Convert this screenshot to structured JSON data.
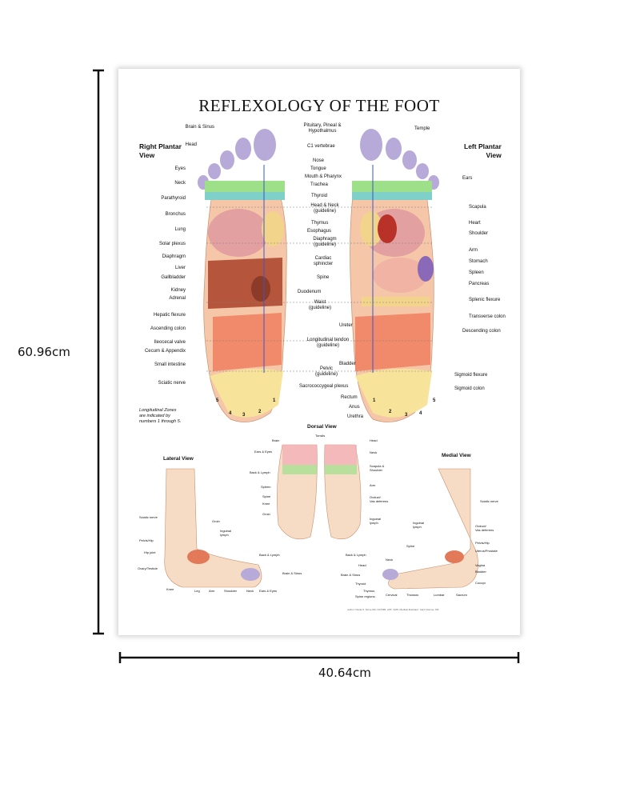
{
  "dimensions": {
    "height": "60.96cm",
    "width": "40.64cm"
  },
  "poster": {
    "title": "REFLEXOLOGY OF THE FOOT",
    "right_view": [
      "Right Plantar",
      "View"
    ],
    "left_view": [
      "Left Plantar",
      "View"
    ],
    "dorsal_view": "Dorsal View",
    "lateral_view": "Lateral View",
    "medial_view": "Medial View",
    "note": [
      "Longitudinal Zones",
      "are indicated by",
      "numbers 1 through 5."
    ],
    "zones_right": [
      "5",
      "4",
      "3",
      "2",
      "1"
    ],
    "zones_left": [
      "1",
      "2",
      "3",
      "4",
      "5"
    ],
    "credit": "Author: Paula S. Stone MA, NCTMB, LMT, CMS. Medical Illustrator: Carol Donner, MS"
  },
  "labels": {
    "right_outer": [
      "Brain & Sinus",
      "Head",
      "Eyes",
      "Neck",
      "Parathyroid",
      "Bronchus",
      "Lung",
      "Solar plexus",
      "Diaphragm",
      "Liver",
      "Gallbladder",
      "Kidney",
      "Adrenal",
      "Hepatic flexure",
      "Ascending colon",
      "Ileocecal valve",
      "Cecum & Appendix",
      "Small intestine",
      "Sciatic nerve"
    ],
    "center": [
      "Pituitary, Pineal &",
      "Hypothalmus",
      "C1 vertebrae",
      "Nose",
      "Tongue",
      "Mouth & Pharynx",
      "Trachea",
      "Thyroid",
      "Head & Neck",
      "(guideline)",
      "Thymus",
      "Esophagus",
      "Diaphragm",
      "(guideline)",
      "Cardiac",
      "sphincter",
      "Spine",
      "Duodenum",
      "Waist",
      "(guideline)",
      "Ureter",
      "Longitudinal tendon",
      "(guideline)",
      "Bladder",
      "Pelvic",
      "(guideline)",
      "Sacrococcygeal plexus",
      "Rectum",
      "Anus",
      "Urethra"
    ],
    "left_outer": [
      "Temple",
      "Ears",
      "Scapula",
      "Heart",
      "Shoulder",
      "Arm",
      "Stomach",
      "Spleen",
      "Pancreas",
      "Splenic flexure",
      "Transverse colon",
      "Descending colon",
      "Sigmoid flexure",
      "Sigmoid colon"
    ],
    "dorsal_left": [
      "Brain",
      "Ears & Eyes",
      "Back & Lymph",
      "Spleen",
      "Spine",
      "Knee",
      "Groin"
    ],
    "dorsal_right": [
      "Tonsils",
      "Head",
      "Neck",
      "Scapula &",
      "Shoulder",
      "Arm",
      "Ovduct/",
      "Vas deferens",
      "Inguinal",
      "lymph"
    ],
    "lateral": [
      "Sciatic nerve",
      "Groin",
      "Inguinal",
      "lymph",
      "Pelvis/Hip",
      "Hip joint",
      "Ovary/Testicle",
      "Back & Lymph",
      "Brain & Sinus",
      "Knee",
      "Leg",
      "Arm",
      "Shoulder",
      "Neck",
      "Ears & Eyes"
    ],
    "medial": [
      "Sciatic nerve",
      "Inguinal",
      "lymph",
      "Ovduct/",
      "Vas deferens",
      "Pelvis/Hip",
      "Uterus/Prostate",
      "Spine",
      "Back & Lymph",
      "Neck",
      "Head",
      "Brain & Sinus",
      "Vagina",
      "Bladder",
      "Thyroid",
      "Thymus",
      "Coccyx",
      "Spine regions:",
      "Cervical",
      "Thoracic",
      "Lumbar",
      "Sacrum"
    ]
  },
  "colors": {
    "toes": "#b7a9d8",
    "sinus_band": "#9ee08a",
    "teal": "#7fd0c8",
    "skin": "#f5c7a8",
    "lung": "#e2a0a0",
    "liver": "#b5563c",
    "colon": "#f08a6a",
    "heel": "#f7e49a",
    "spine_line": "#3a55c8"
  }
}
